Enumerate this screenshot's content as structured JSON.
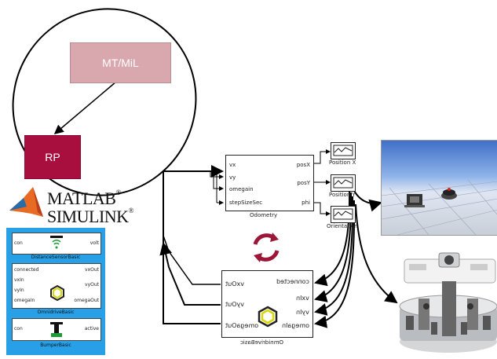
{
  "nodes": {
    "mt_mil": "MT/MiL",
    "rp": "RP"
  },
  "logo": {
    "line1": "MATLAB",
    "line2": "SIMULINK",
    "mark": "®"
  },
  "library": {
    "distance_sensor": {
      "in": "con",
      "out": "volt",
      "caption": "DistanceSensorBasic"
    },
    "omnidrive": {
      "inputs": [
        "connected",
        "vxIn",
        "vyIn",
        "omegaIn"
      ],
      "outputs": [
        "vxOut",
        "vyOut",
        "omegaOut"
      ],
      "caption": "OmnidriveBasic"
    },
    "bumper": {
      "in": "con",
      "out": "active",
      "caption": "BumperBasic"
    }
  },
  "odometry": {
    "inputs": [
      "vx",
      "vy",
      "omegain",
      "stepSizeSec"
    ],
    "outputs": [
      "posX",
      "posY",
      "phi"
    ],
    "caption": "Odometry"
  },
  "scopes": [
    "Position X",
    "Position Y",
    "Orientation"
  ],
  "omnidrive_mirrored": {
    "inputs": [
      "connected",
      "vxIn",
      "vyIn",
      "omegaIn"
    ],
    "outputs": [
      "vxOut",
      "vyOut",
      "omegaOut"
    ],
    "caption": "OmnidriveBasic"
  },
  "colors": {
    "mt_box": "#d8a8ae",
    "rp_box": "#a80f3f",
    "panel": "#27a0e8",
    "cycle_arrows": "#9c1638"
  }
}
